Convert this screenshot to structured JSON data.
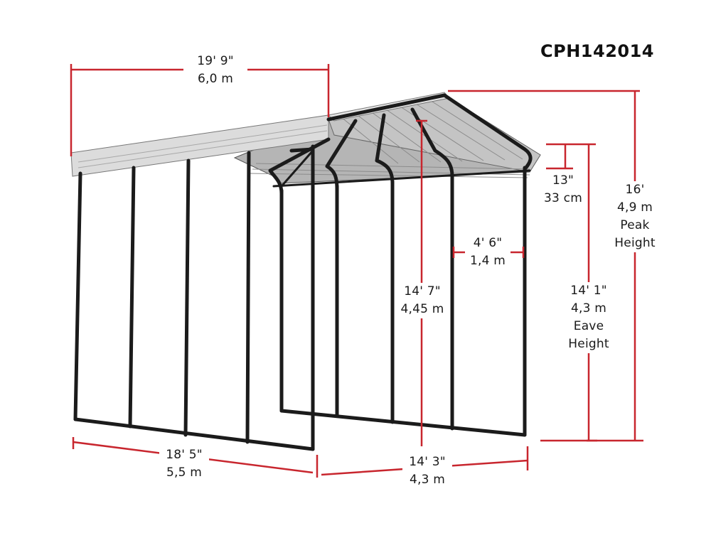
{
  "model": "CPH142014",
  "dimensions": {
    "roof_length": {
      "imperial": "19' 9\"",
      "metric": "6,0 m"
    },
    "roof_overhang": {
      "imperial": "13\"",
      "metric": "33 cm"
    },
    "peak_height": {
      "imperial": "16'",
      "metric": "4,9 m",
      "line1": "Peak",
      "line2": "Height"
    },
    "rib_spacing": {
      "imperial": "4' 6\"",
      "metric": "1,4 m"
    },
    "center_height": {
      "imperial": "14' 7\"",
      "metric": "4,45 m"
    },
    "eave_height": {
      "imperial": "14' 1\"",
      "metric": "4,3 m",
      "line1": "Eave",
      "line2": "Height"
    },
    "base_length": {
      "imperial": "18' 5\"",
      "metric": "5,5 m"
    },
    "base_width": {
      "imperial": "14' 3\"",
      "metric": "4,3 m"
    }
  },
  "colors": {
    "dimension_line": "#c8262e",
    "frame": "#1b1b1b",
    "roof_light": "#d9d9d9",
    "roof_shade": "#9a9a9a",
    "text": "#1a1a1a"
  }
}
